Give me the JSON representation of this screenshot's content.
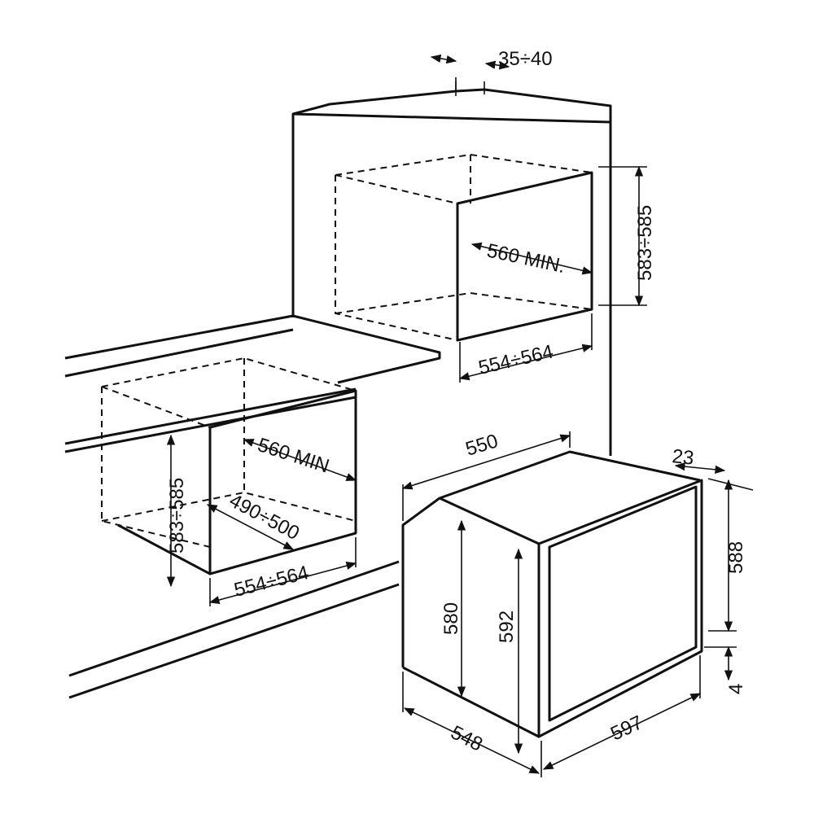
{
  "diagram": {
    "colors": {
      "line": "#111111",
      "background": "#ffffff"
    },
    "labels": {
      "top_gap": "35÷40",
      "upper_height": "583÷585",
      "upper_depth": "560 MIN.",
      "upper_width": "554÷564",
      "lower_height": "583÷585",
      "lower_depth": "560 MIN",
      "lower_diag": "490÷500",
      "lower_width": "554÷564",
      "oven_depth_top": "550",
      "door_thickness": "23",
      "door_height": "588",
      "bottom_gap": "4",
      "oven_width": "597",
      "oven_depth_bottom": "548",
      "oven_front_height": "592",
      "oven_body_height": "580"
    }
  }
}
